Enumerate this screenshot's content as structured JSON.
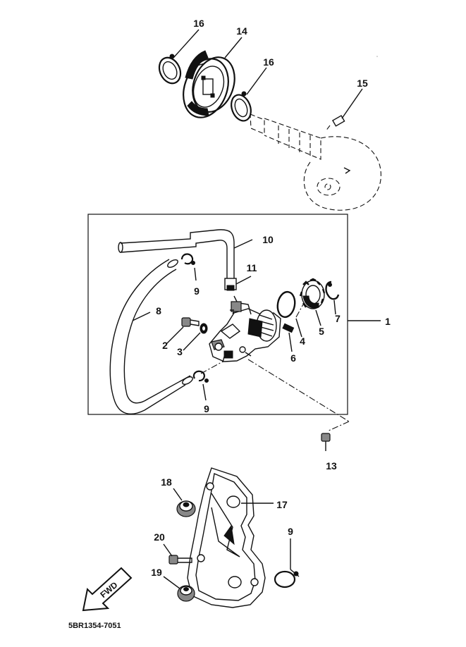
{
  "diagram": {
    "drawing_code": "5BR1354-7051",
    "fwd_label": "FWD",
    "callouts": {
      "c1": "1",
      "c2": "2",
      "c3": "3",
      "c4": "4",
      "c5": "5",
      "c6": "6",
      "c7": "7",
      "c8": "8",
      "c9a": "9",
      "c9b": "9",
      "c9c": "9",
      "c10": "10",
      "c11": "11",
      "c13": "13",
      "c14": "14",
      "c15": "15",
      "c16a": "16",
      "c16b": "16",
      "c17": "17",
      "c18": "18",
      "c19": "19",
      "c20": "20"
    }
  }
}
